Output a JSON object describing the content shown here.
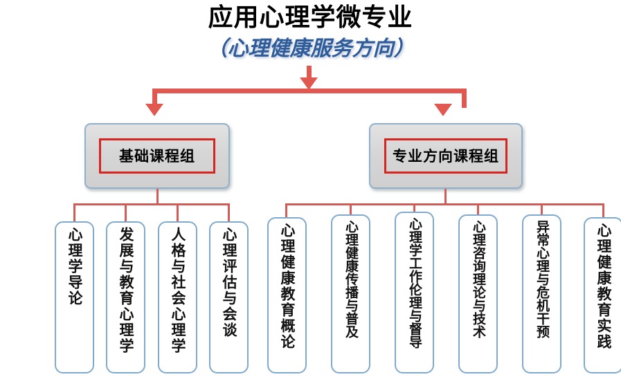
{
  "title": {
    "main": "应用心理学微专业",
    "sub": "（心理健康服务方向）"
  },
  "colors": {
    "arrow_red": "#E0584F",
    "connector_red": "#D05B57",
    "inner_border_red": "#D62421",
    "leaf_border_blue": "#7FA9CE",
    "group_border_blue": "#8FAFCB",
    "group_fill_gray": "#D6D6D6",
    "subtitle_blue": "#2E5C9A",
    "title_black": "#000000"
  },
  "groups": [
    {
      "id": "basic",
      "label": "基础课程组",
      "courses": [
        {
          "label": "心理学导论"
        },
        {
          "label": "发展与教育心理学"
        },
        {
          "label": "人格与社会心理学"
        },
        {
          "label": "心理评估与会谈"
        }
      ]
    },
    {
      "id": "direction",
      "label": "专业方向课程组",
      "courses": [
        {
          "label": "心理健康教育概论"
        },
        {
          "label": "心理健康传播与普及"
        },
        {
          "label": "心理学工作伦理与督导"
        },
        {
          "label": "心理咨询理论与技术"
        },
        {
          "label": "异常心理与危机干预"
        },
        {
          "label": "心理健康教育实践"
        }
      ]
    }
  ]
}
